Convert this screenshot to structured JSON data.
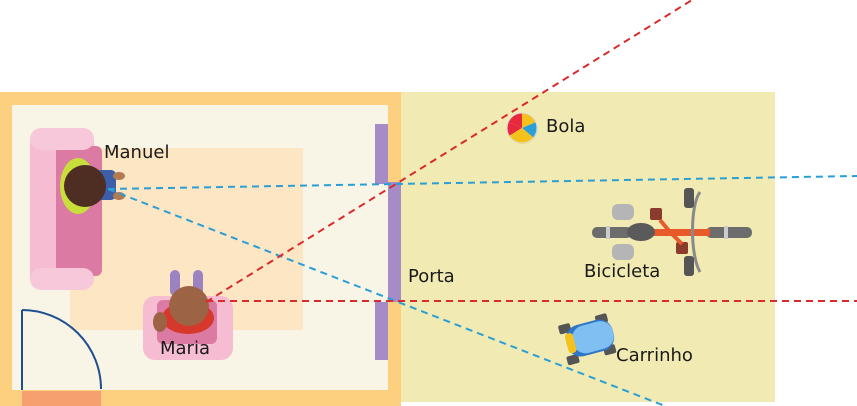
{
  "labels": {
    "manuel": "Manuel",
    "maria": "Maria",
    "porta": "Porta",
    "bola": "Bola",
    "bicicleta": "Bicicleta",
    "carrinho": "Carrinho"
  },
  "colors": {
    "room_wall": "#fdd07f",
    "room_floor": "#f8f4e6",
    "rug": "#fde6c4",
    "yard": "#f1eab2",
    "door_panel": "#a58cc6",
    "sofa_light": "#f5bcd2",
    "sofa_dark": "#db7aa2",
    "sight_red": "#d92b2b",
    "sight_blue": "#2a9fd6",
    "toy_car": "#7fbff2",
    "door_arc": "#1f4f8f",
    "bike_frame": "#e85a2a"
  }
}
